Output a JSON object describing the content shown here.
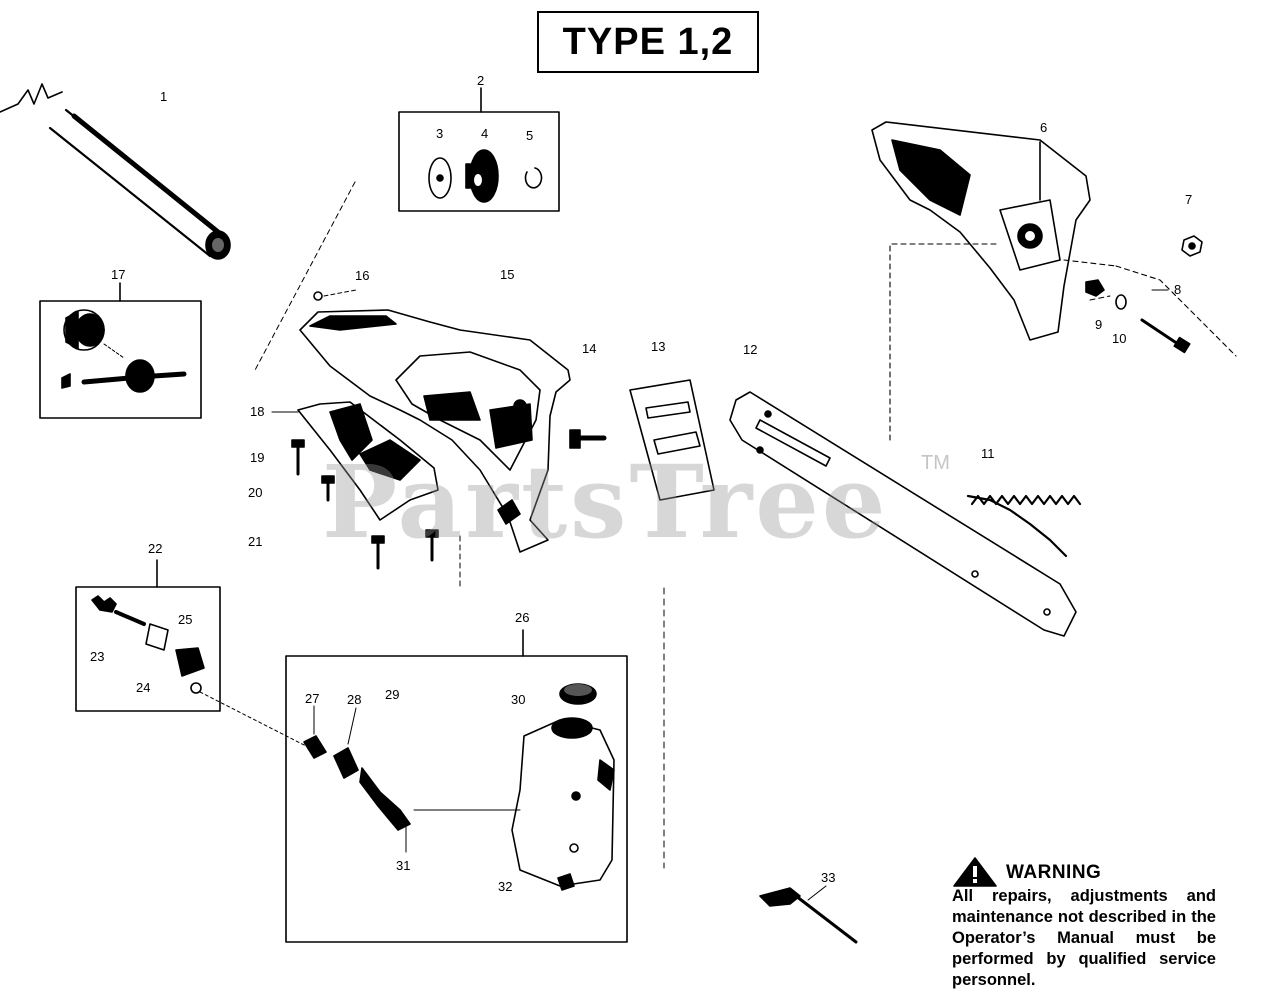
{
  "title": "TYPE 1,2",
  "watermark": {
    "text": "PartsTree",
    "tm": "TM"
  },
  "callouts": [
    "1",
    "2",
    "3",
    "4",
    "5",
    "6",
    "7",
    "8",
    "9",
    "10",
    "11",
    "12",
    "13",
    "14",
    "15",
    "16",
    "17",
    "18",
    "19",
    "20",
    "21",
    "22",
    "23",
    "24",
    "25",
    "26",
    "27",
    "28",
    "29",
    "30",
    "31",
    "32",
    "33"
  ],
  "warning": {
    "title": "WARNING",
    "body": "All repairs, adjustments and maintenance not described in the Operator’s Manual must be performed by qualified service personnel."
  },
  "colors": {
    "line": "#000000",
    "watermark": "#969696",
    "background": "#ffffff"
  }
}
